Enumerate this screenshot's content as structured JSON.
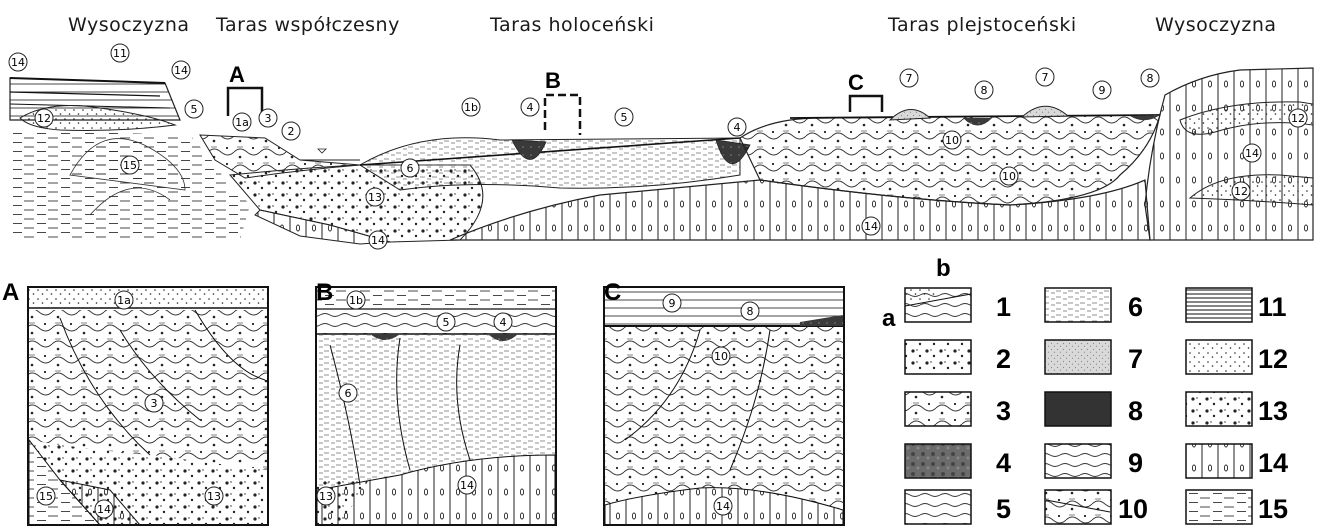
{
  "headers": {
    "upland_left": "Wysoczyzna",
    "modern_terrace": "Taras współczesny",
    "holocene_terrace": "Taras holoceński",
    "pleistocene_terrace": "Taras plejstoceński",
    "upland_right": "Wysoczyzna"
  },
  "section_markers": {
    "a": "A",
    "b": "B",
    "c": "C"
  },
  "profile_labels": {
    "l14a": "14",
    "l11": "11",
    "l14b": "14",
    "l12a": "12",
    "l5a": "5",
    "l1a": "1a",
    "l3": "3",
    "l2": "2",
    "l15": "15",
    "l6": "6",
    "l13": "13",
    "l14c": "14",
    "l1b": "1b",
    "l4a": "4",
    "l5b": "5",
    "l4b": "4",
    "l7a": "7",
    "l8a": "8",
    "l7b": "7",
    "l9": "9",
    "l8b": "8",
    "l10a": "10",
    "l10b": "10",
    "l14d": "14",
    "l12b": "12",
    "l14e": "14",
    "l12c": "12"
  },
  "panels": {
    "a": {
      "title": "A",
      "labels": {
        "l1a": "1a",
        "l3": "3",
        "l15": "15",
        "l14": "14",
        "l13": "13"
      }
    },
    "b": {
      "title": "B",
      "labels": {
        "l1b": "1b",
        "l5": "5",
        "l4": "4",
        "l6": "6",
        "l13": "13",
        "l14": "14"
      }
    },
    "c": {
      "title": "C",
      "labels": {
        "l9": "9",
        "l8": "8",
        "l10": "10",
        "l14": "14"
      }
    }
  },
  "legend": {
    "col_header": "b",
    "row_header": "a",
    "items": [
      "1",
      "2",
      "3",
      "4",
      "5",
      "6",
      "7",
      "8",
      "9",
      "10",
      "11",
      "12",
      "13",
      "14",
      "15"
    ]
  }
}
